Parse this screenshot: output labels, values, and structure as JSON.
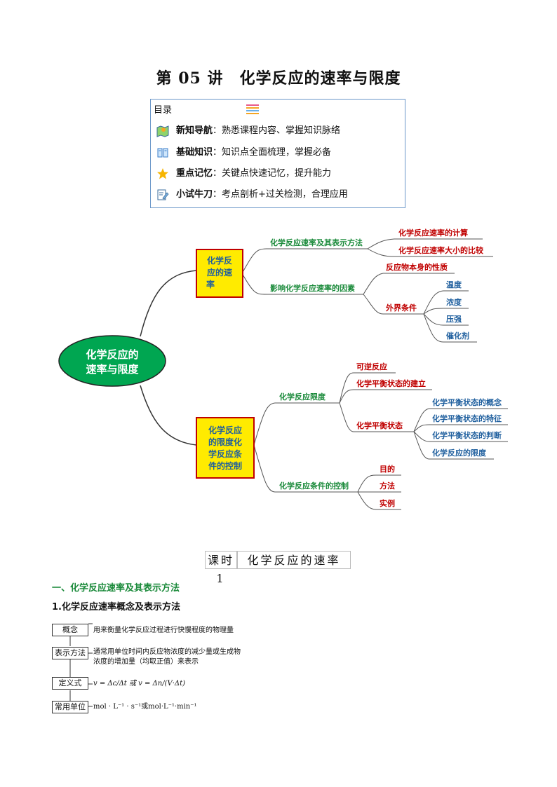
{
  "title": "第 05 讲　化学反应的速率与限度",
  "toc": {
    "header": "目录",
    "items": [
      {
        "bold": "新知导航",
        "text": "：熟悉课程内容、掌握知识脉络",
        "icon": "map-icon"
      },
      {
        "bold": "基础知识",
        "text": "：知识点全面梳理，掌握必备",
        "icon": "book-icon"
      },
      {
        "bold": "重点记忆",
        "text": "：关键点快速记忆，提升能力",
        "icon": "star-icon"
      },
      {
        "bold": "小试牛刀",
        "text": "：考点剖析+过关检测，合理应用",
        "icon": "edit-icon"
      }
    ]
  },
  "mindmap": {
    "root": [
      "化学反应的",
      "速率与限度"
    ],
    "rate": {
      "node": [
        "化学反",
        "应的速",
        "率"
      ],
      "b1": "化学反应速率及其表示方法",
      "b1_items": [
        "化学反应速率的计算",
        "化学反应速率大小的比较"
      ],
      "b2": "影响化学反应速率的因素",
      "b2_a": "反应物本身的性质",
      "b2_b": "外界条件",
      "b2_b_items": [
        "温度",
        "浓度",
        "压强",
        "催化剂"
      ]
    },
    "limit": {
      "node": [
        "化学反应",
        "的限度化",
        "学反应条",
        "件的控制"
      ],
      "c1": "化学反应限度",
      "c1_items": [
        "可逆反应",
        "化学平衡状态的建立"
      ],
      "c1_state": "化学平衡状态",
      "c1_state_items": [
        "化学平衡状态的概念",
        "化学平衡状态的特征",
        "化学平衡状态的判断",
        "化学反应的限度"
      ],
      "c2": "化学反应条件的控制",
      "c2_items": [
        "目的",
        "方法",
        "实例"
      ]
    }
  },
  "lesson": {
    "part1": "课时 1",
    "part2": "化学反应的速率"
  },
  "section1": "一、化学反应速率及其表示方法",
  "subsection1": "1.化学反应速率概念及表示方法",
  "concept": {
    "rows": [
      {
        "label": "概念",
        "text": "用来衡量化学反应过程进行快慢程度的物理量"
      },
      {
        "label": "表示方法",
        "text": "通常用单位时间内反应物浓度的减少量或生成物",
        "text2": "浓度的增加量（均取正值）来表示"
      },
      {
        "label": "定义式",
        "text": "v = Δc/Δt 或 v = Δn/(V·Δt)"
      },
      {
        "label": "常用单位",
        "text": "mol · L⁻¹ · s⁻¹或mol·L⁻¹·min⁻¹"
      }
    ]
  },
  "colors": {
    "green": "#1a8a3a",
    "red": "#c00000",
    "blue": "#1f5f9e",
    "yellow": "#ffeb00",
    "root": "#00a651"
  }
}
